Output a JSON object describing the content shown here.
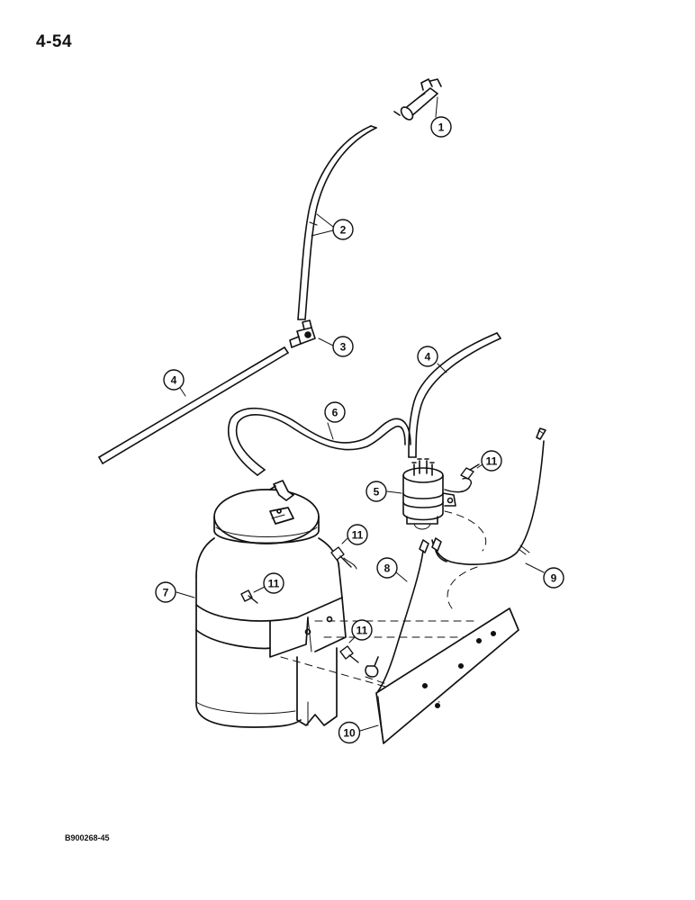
{
  "page": {
    "number": "4-54",
    "figure_code": "B900268-45"
  },
  "callouts": {
    "c1": "1",
    "c2": "2",
    "c3": "3",
    "c4a": "4",
    "c4b": "4",
    "c5": "5",
    "c6": "6",
    "c7": "7",
    "c8": "8",
    "c9": "9",
    "c10": "10",
    "c11a": "11",
    "c11b": "11",
    "c11c": "11",
    "c11d": "11"
  },
  "colors": {
    "ink": "#111111",
    "paper": "#ffffff"
  }
}
